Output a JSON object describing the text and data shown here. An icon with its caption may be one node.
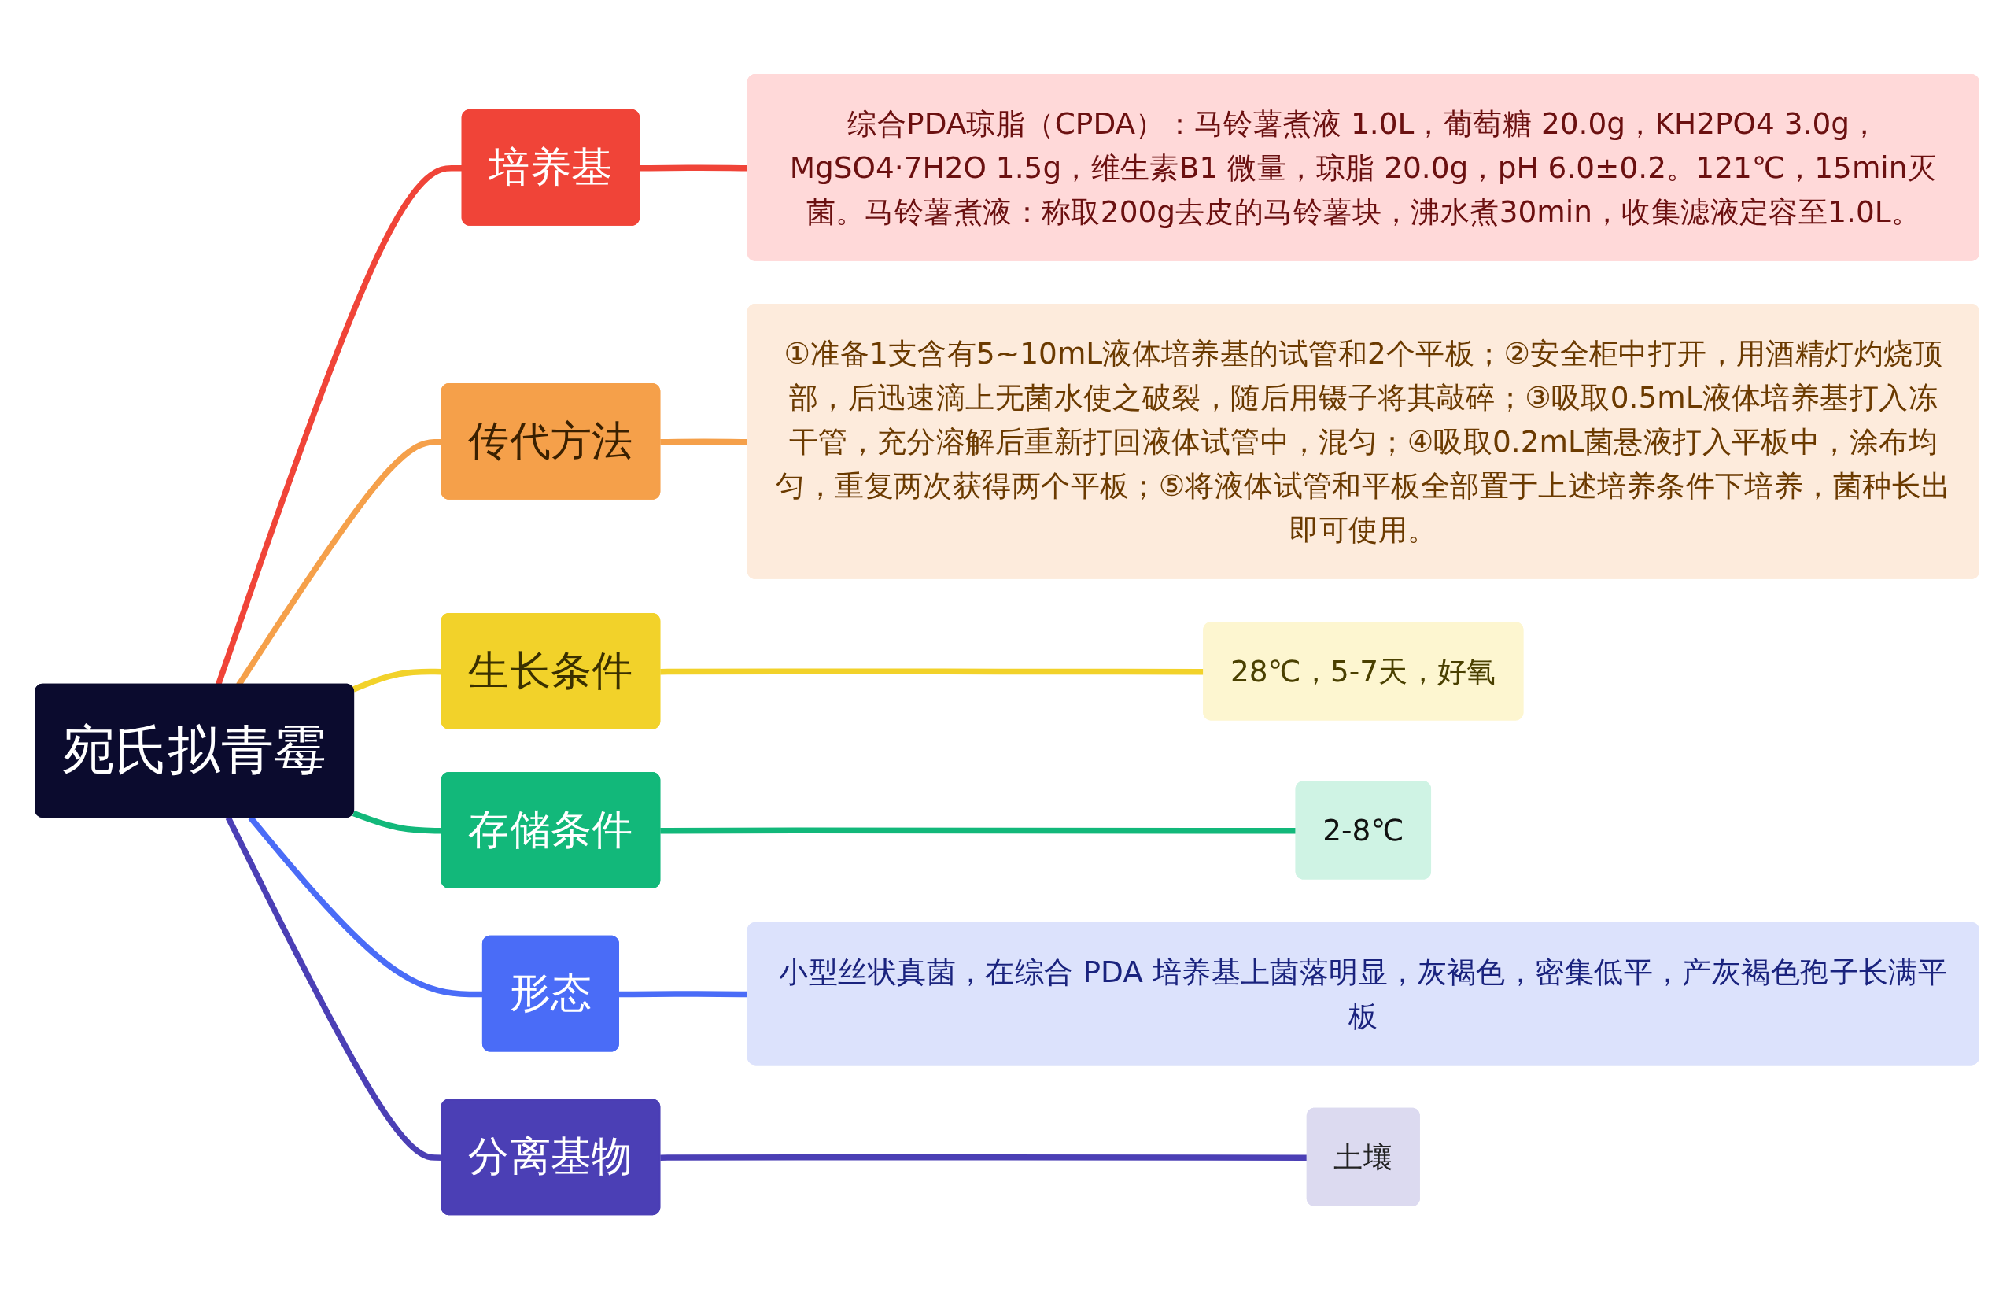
{
  "diagram": {
    "nodes": [
      {
        "text": [
          "宛氏拟青霉"
        ]
      },
      {
        "text": [
          "培养基"
        ]
      },
      {
        "text": [
          "综合PDA琼脂（CPDA）：马铃薯煮液 1.0L，葡萄糖 20.0g，KH2PO4 3.0g，MgSO4·7H2O 1.5g，维生素B1 微量，琼脂 20.0g，pH 6.0±0.2。121℃，15min灭菌。马铃薯煮液：称取200g去皮的马铃薯块，沸水煮30min，收集滤液定容至1.0L。"
        ]
      },
      {
        "text": [
          "传代方法"
        ]
      },
      {
        "text": [
          "①准备1支含有5~10mL液体培养基的试管和2个平板；②安全柜中打开，用酒精灯灼烧顶部，后迅速滴上无菌水使之破裂，随后用镊子将其敲碎；③吸取0.5mL液体培养基打入冻干管，充分溶解后重新打回液体试管中，混匀；④吸取0.2mL菌悬液打入平板中，涂布均匀，重复两次获得两个平板；⑤将液体试管和平板全部置于上述培养条件下培养，菌种长出即可使用。"
        ]
      },
      {
        "text": [
          "生长条件"
        ]
      },
      {
        "text": [
          "28℃，5-7天，好氧"
        ]
      },
      {
        "text": [
          "存储条件"
        ]
      },
      {
        "text": [
          "2-8℃"
        ]
      },
      {
        "text": [
          "形态"
        ]
      },
      {
        "text": [
          "小型丝状真菌，在综合 PDA 培养基上菌落明显，灰褐色，密集低平，产灰褐色孢子长满平板"
        ]
      },
      {
        "text": [
          "分离基物"
        ]
      },
      {
        "text": [
          "土壤"
        ]
      }
    ],
    "edges": [
      {
        "from": 0,
        "to": 1,
        "arrow": "none",
        "color": "#f04438"
      },
      {
        "from": 1,
        "to": 2,
        "arrow": "none",
        "color": "#f04438"
      },
      {
        "from": 0,
        "to": 3,
        "arrow": "none",
        "color": "#f5a04a"
      },
      {
        "from": 3,
        "to": 4,
        "arrow": "none",
        "color": "#f5a04a"
      },
      {
        "from": 0,
        "to": 5,
        "arrow": "none",
        "color": "#f2d22a"
      },
      {
        "from": 5,
        "to": 6,
        "arrow": "none",
        "color": "#f2d22a"
      },
      {
        "from": 0,
        "to": 7,
        "arrow": "none",
        "color": "#12b87a"
      },
      {
        "from": 7,
        "to": 8,
        "arrow": "none",
        "color": "#12b87a"
      },
      {
        "from": 0,
        "to": 9,
        "arrow": "none",
        "color": "#4a6cf7"
      },
      {
        "from": 9,
        "to": 10,
        "arrow": "none",
        "color": "#4a6cf7"
      },
      {
        "from": 0,
        "to": 11,
        "arrow": "none",
        "color": "#4b3fb5"
      },
      {
        "from": 11,
        "to": 12,
        "arrow": "none",
        "color": "#4b3fb5"
      }
    ]
  }
}
